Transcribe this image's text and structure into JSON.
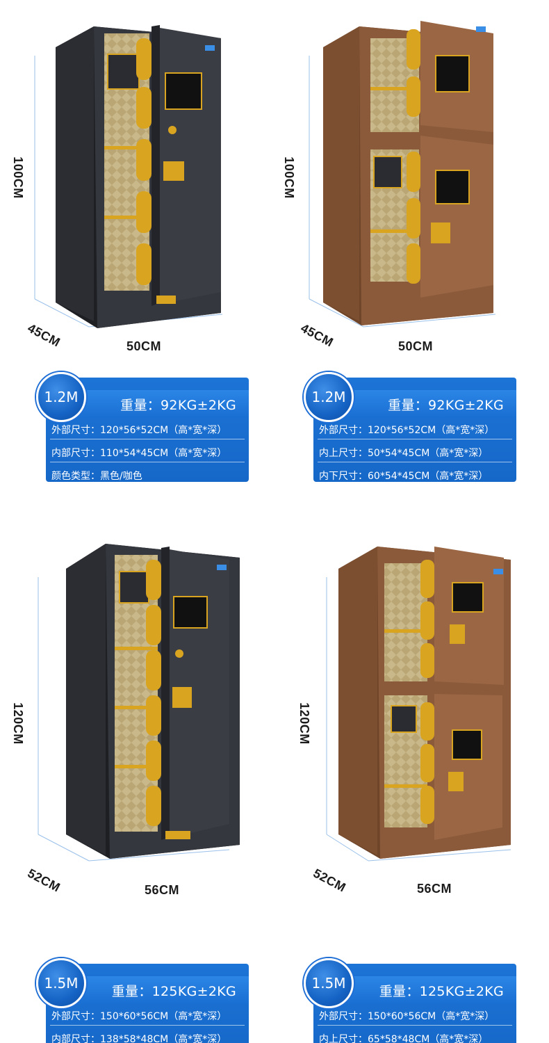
{
  "products": [
    {
      "color": "black",
      "dims": {
        "height": "100CM",
        "depth": "45CM",
        "width": "50CM"
      },
      "badge": "1.2M",
      "weight": "重量：92KG±2KG",
      "specs": [
        "外部尺寸：120*56*52CM（高*宽*深）",
        "内部尺寸：110*54*45CM（高*宽*深）",
        "颜色类型：黑色/咖色"
      ]
    },
    {
      "color": "brown",
      "dims": {
        "height": "100CM",
        "depth": "45CM",
        "width": "50CM"
      },
      "badge": "1.2M",
      "weight": "重量：92KG±2KG",
      "specs": [
        "外部尺寸：120*56*52CM（高*宽*深）",
        "内上尺寸：50*54*45CM（高*宽*深）",
        "内下尺寸：60*54*45CM（高*宽*深）"
      ]
    },
    {
      "color": "black",
      "dims": {
        "height": "120CM",
        "depth": "52CM",
        "width": "56CM"
      },
      "badge": "1.5M",
      "weight": "重量：125KG±2KG",
      "specs": [
        "外部尺寸：150*60*56CM（高*宽*深）",
        "内部尺寸：138*58*48CM（高*宽*深）"
      ]
    },
    {
      "color": "brown",
      "dims": {
        "height": "120CM",
        "depth": "52CM",
        "width": "56CM"
      },
      "badge": "1.5M",
      "weight": "重量：125KG±2KG",
      "specs": [
        "外部尺寸：150*60*56CM（高*宽*深）",
        "内上尺寸：65*58*48CM（高*宽*深）"
      ]
    }
  ],
  "colors": {
    "black_body": "#2a2c31",
    "brown_body": "#8b5a3a",
    "gold": "#d9a520",
    "card_blue": "#1a6fd2"
  }
}
